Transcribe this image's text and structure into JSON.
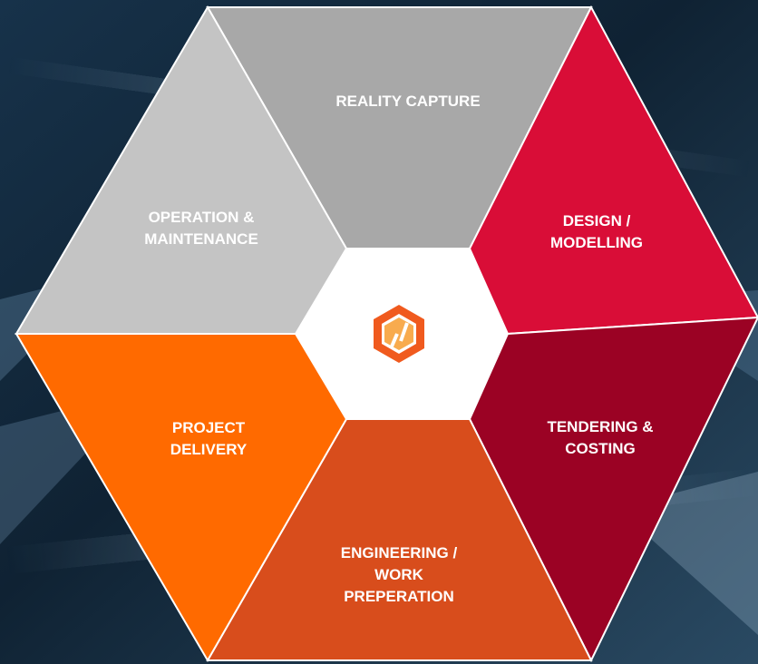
{
  "segments": [
    {
      "id": "reality-capture",
      "lines": [
        "REALITY CAPTURE"
      ],
      "color": "#a8a8a8"
    },
    {
      "id": "design-modelling",
      "lines": [
        "DESIGN /",
        "MODELLING"
      ],
      "color": "#d90d37"
    },
    {
      "id": "tendering-costing",
      "lines": [
        "TENDERING &",
        "COSTING"
      ],
      "color": "#9b0224"
    },
    {
      "id": "engineering-work-preparation",
      "lines": [
        "ENGINEERING /",
        "WORK",
        "PREPERATION"
      ],
      "color": "#d84d1c"
    },
    {
      "id": "project-delivery",
      "lines": [
        "PROJECT",
        "DELIVERY"
      ],
      "color": "#ff6a00"
    },
    {
      "id": "operation-maintenance",
      "lines": [
        "OPERATION &",
        "MAINTENANCE"
      ],
      "color": "#c4c4c4"
    }
  ],
  "center": {
    "logo": "brand-hexagon-logo-icon",
    "background": "#ffffff",
    "logo_color": "#f05a1e"
  }
}
